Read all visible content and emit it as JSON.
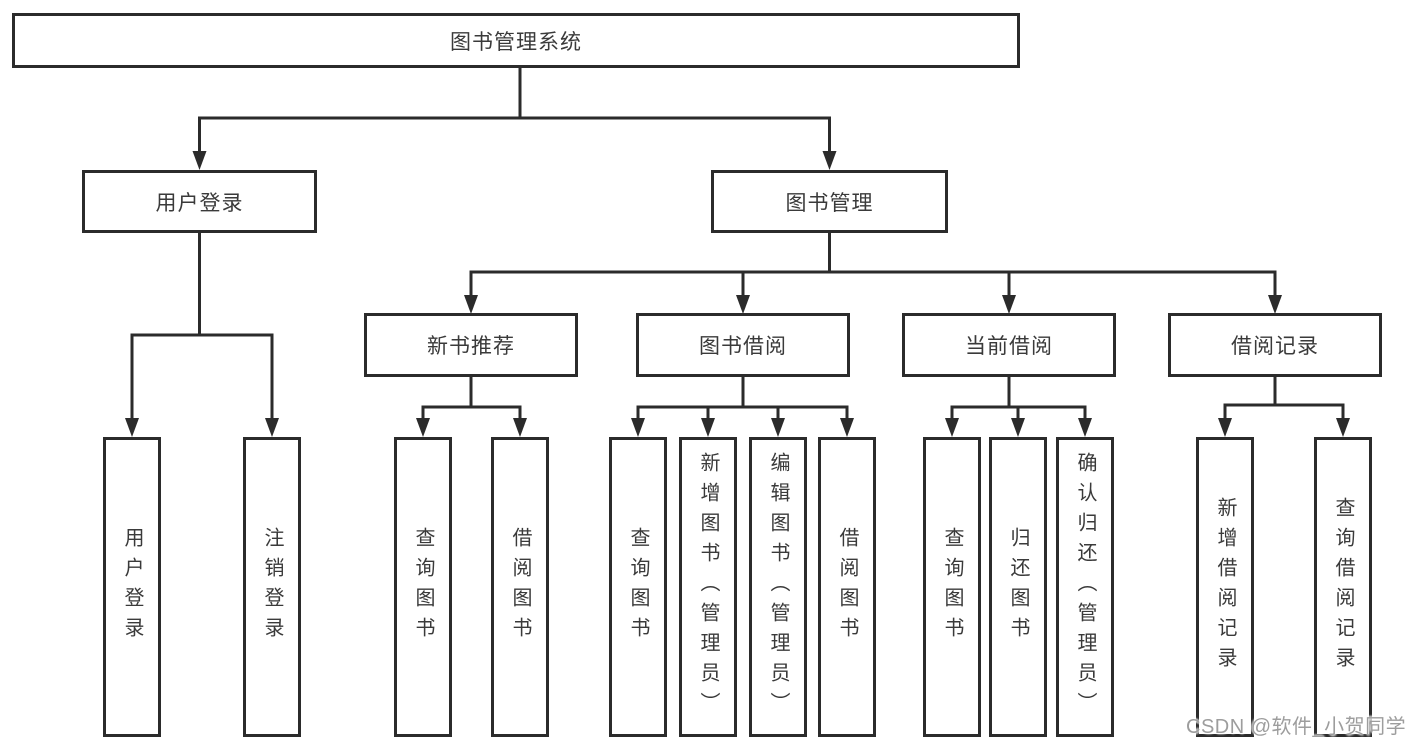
{
  "diagram_type": "hierarchy-tree",
  "tree": {
    "label": "图书管理系统",
    "children": [
      {
        "label": "用户登录",
        "children": [
          {
            "label": "用户登录"
          },
          {
            "label": "注销登录"
          }
        ]
      },
      {
        "label": "图书管理",
        "children": [
          {
            "label": "新书推荐",
            "children": [
              {
                "label": "查询图书"
              },
              {
                "label": "借阅图书"
              }
            ]
          },
          {
            "label": "图书借阅",
            "children": [
              {
                "label": "查询图书"
              },
              {
                "label": "新增图书（管理员）"
              },
              {
                "label": "编辑图书（管理员）"
              },
              {
                "label": "借阅图书"
              }
            ]
          },
          {
            "label": "当前借阅",
            "children": [
              {
                "label": "查询图书"
              },
              {
                "label": "归还图书"
              },
              {
                "label": "确认归还（管理员）"
              }
            ]
          },
          {
            "label": "借阅记录",
            "children": [
              {
                "label": "新增借阅记录"
              },
              {
                "label": "查询借阅记录"
              }
            ]
          }
        ]
      }
    ]
  },
  "watermark": "CSDN @软件_小贺同学",
  "style": {
    "line_color": "#2b2b2b",
    "box_border_color": "#2b2b2b",
    "text_color": "#3a3a3a",
    "background_color": "#ffffff",
    "watermark_color": "#9d9d9d"
  }
}
